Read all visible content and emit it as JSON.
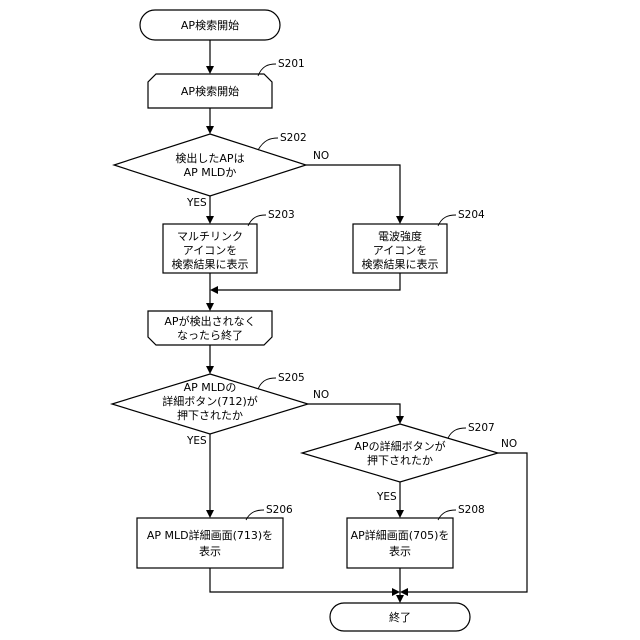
{
  "nodes": {
    "start": {
      "lines": [
        "AP検索開始"
      ]
    },
    "s201": {
      "step": "S201",
      "lines": [
        "AP検索開始"
      ]
    },
    "s202": {
      "step": "S202",
      "lines": [
        "検出したAPは",
        "AP MLDか"
      ]
    },
    "s203": {
      "step": "S203",
      "lines": [
        "マルチリンク",
        "アイコンを",
        "検索結果に表示"
      ]
    },
    "s204": {
      "step": "S204",
      "lines": [
        "電波強度",
        "アイコンを",
        "検索結果に表示"
      ]
    },
    "loop_end": {
      "lines": [
        "APが検出されなく",
        "なったら終了"
      ]
    },
    "s205": {
      "step": "S205",
      "lines": [
        "AP MLDの",
        "詳細ボタン(712)が",
        "押下されたか"
      ]
    },
    "s206": {
      "step": "S206",
      "lines": [
        "AP MLD詳細画面(713)を",
        "表示"
      ]
    },
    "s207": {
      "step": "S207",
      "lines": [
        "APの詳細ボタンが",
        "押下されたか"
      ]
    },
    "s208": {
      "step": "S208",
      "lines": [
        "AP詳細画面(705)を",
        "表示"
      ]
    },
    "end": {
      "lines": [
        "終了"
      ]
    }
  },
  "edges": {
    "s202_yes": "YES",
    "s202_no": "NO",
    "s205_yes": "YES",
    "s205_no": "NO",
    "s207_yes": "YES",
    "s207_no": "NO"
  }
}
